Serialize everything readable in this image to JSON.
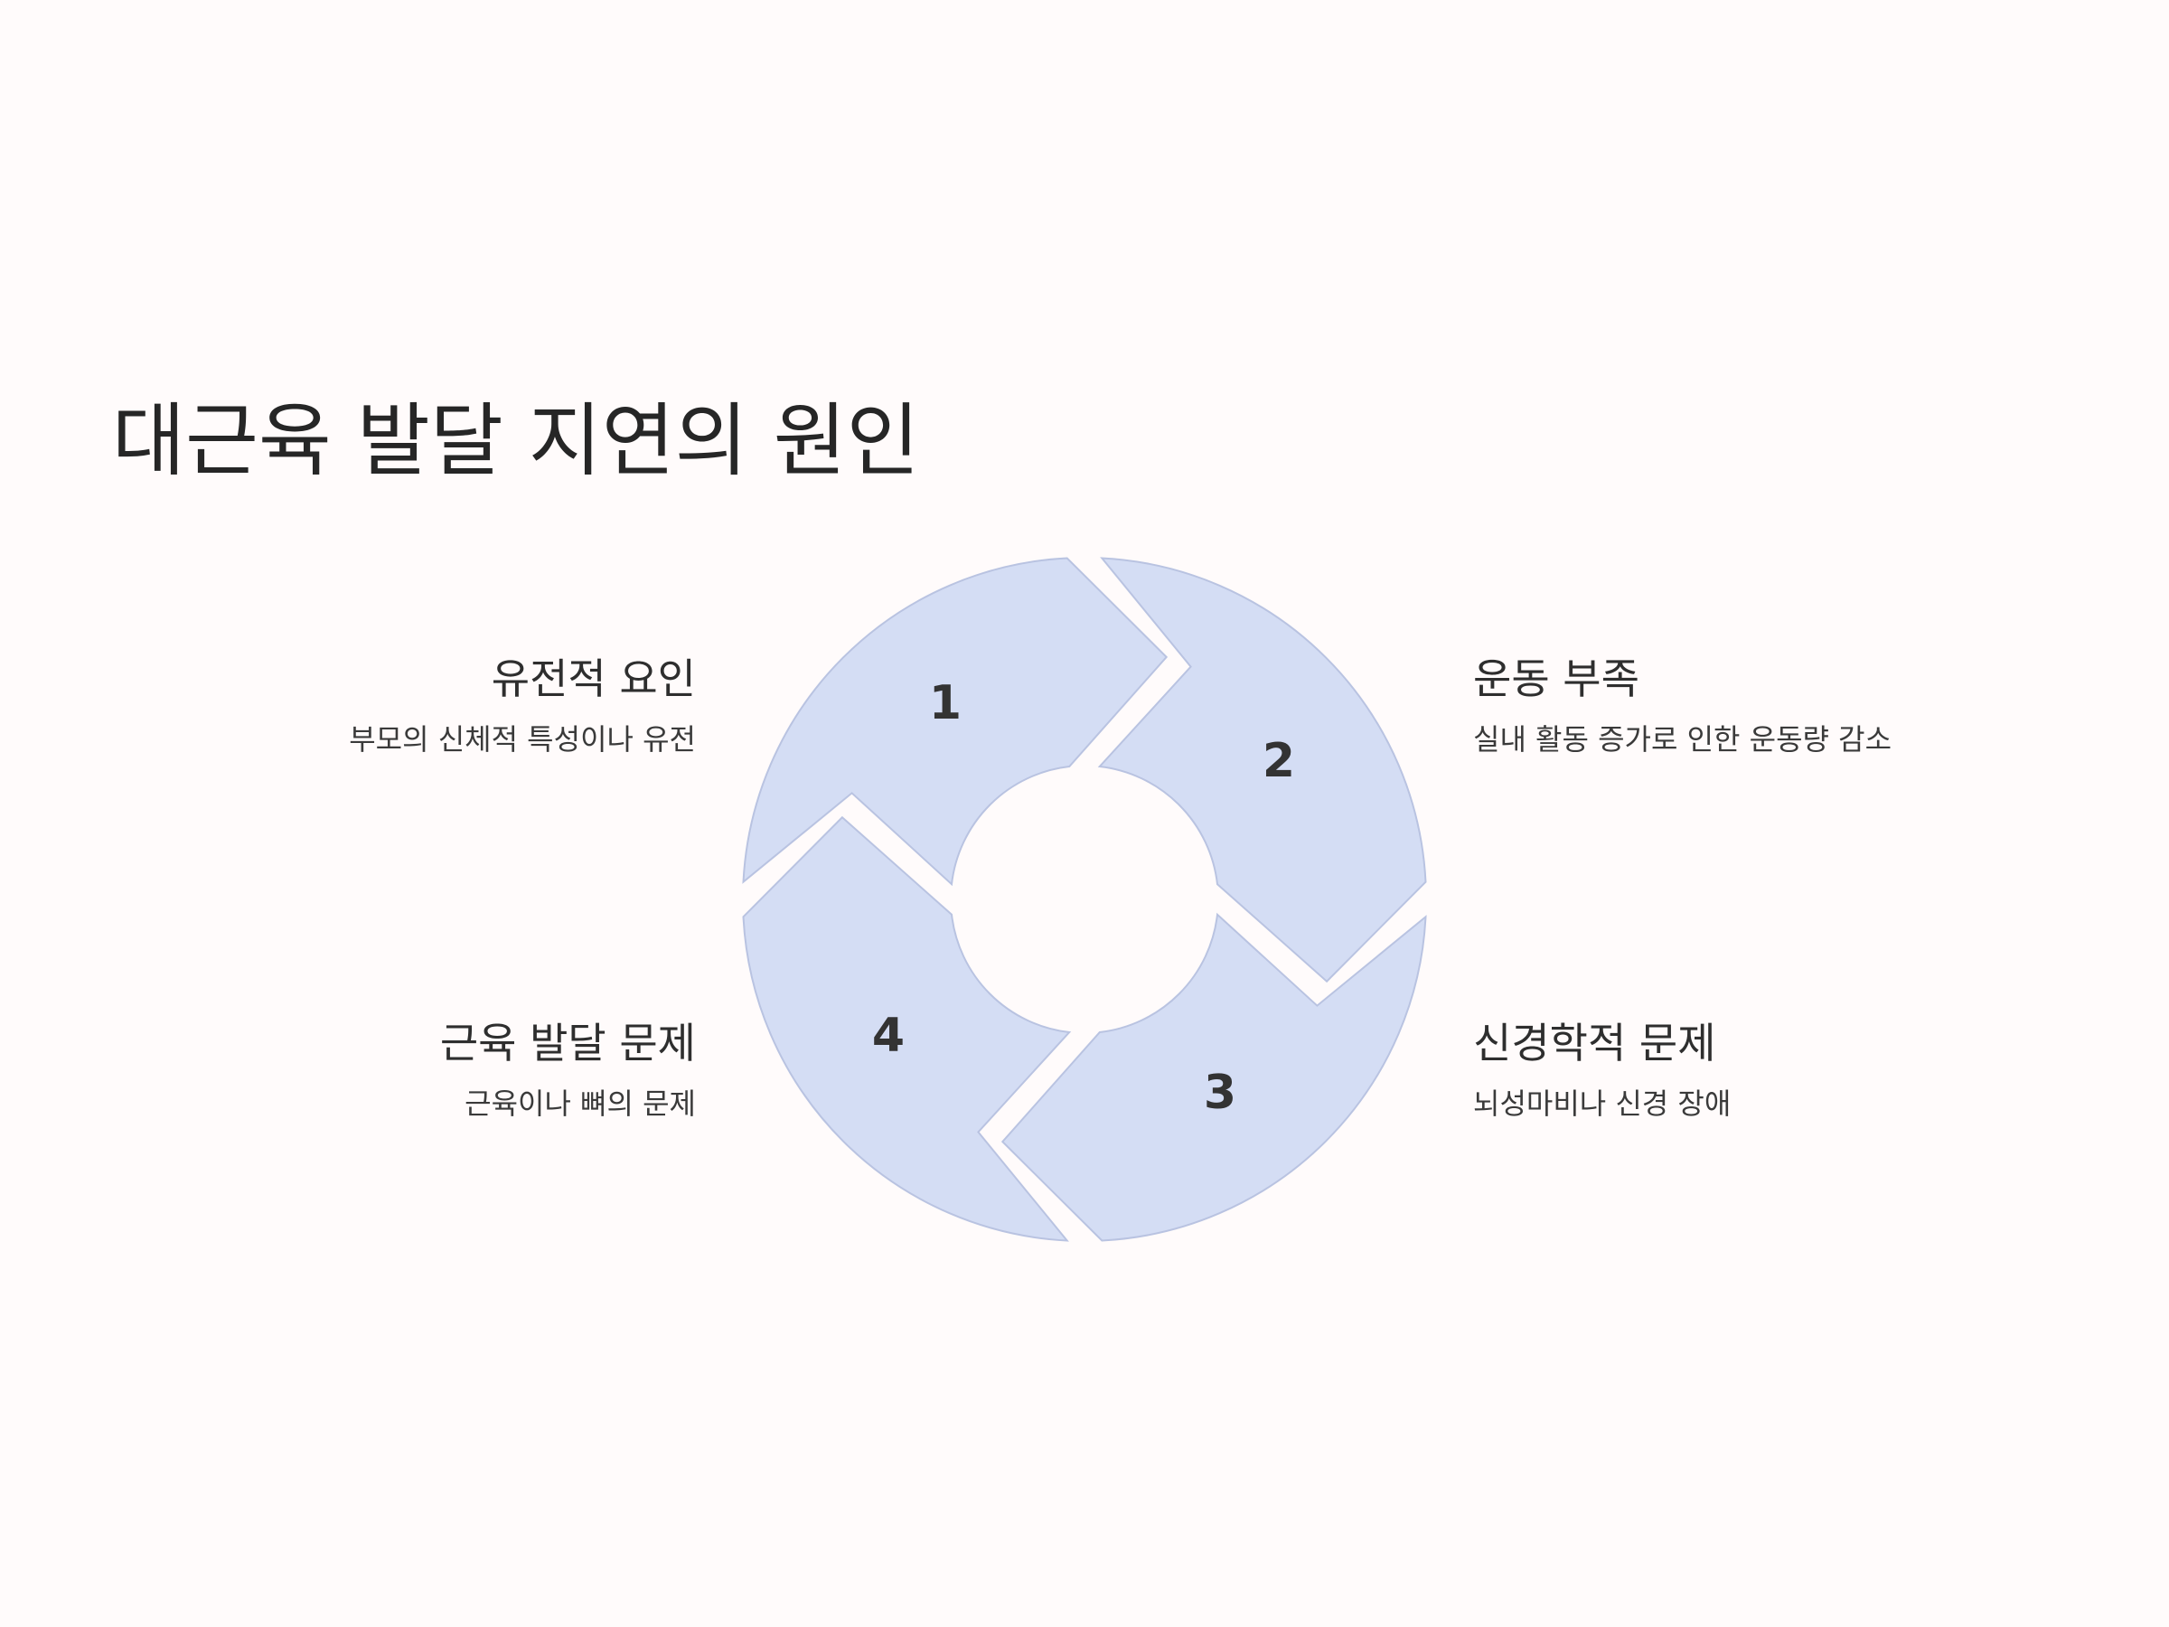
{
  "title": "대근육 발달 지연의 원인",
  "colors": {
    "background": "#fffbfb",
    "segment_fill": "#d4ddf4",
    "segment_stroke": "#b9c3e1",
    "text": "#2b2b2b"
  },
  "segments": [
    {
      "number": "1",
      "title": "유전적 요인",
      "description": "부모의 신체적 특성이나 유전"
    },
    {
      "number": "2",
      "title": "운동 부족",
      "description": "실내 활동 증가로 인한 운동량 감소"
    },
    {
      "number": "3",
      "title": "신경학적 문제",
      "description": "뇌성마비나 신경 장애"
    },
    {
      "number": "4",
      "title": "근육 발달 문제",
      "description": "근육이나 뼈의 문제"
    }
  ]
}
